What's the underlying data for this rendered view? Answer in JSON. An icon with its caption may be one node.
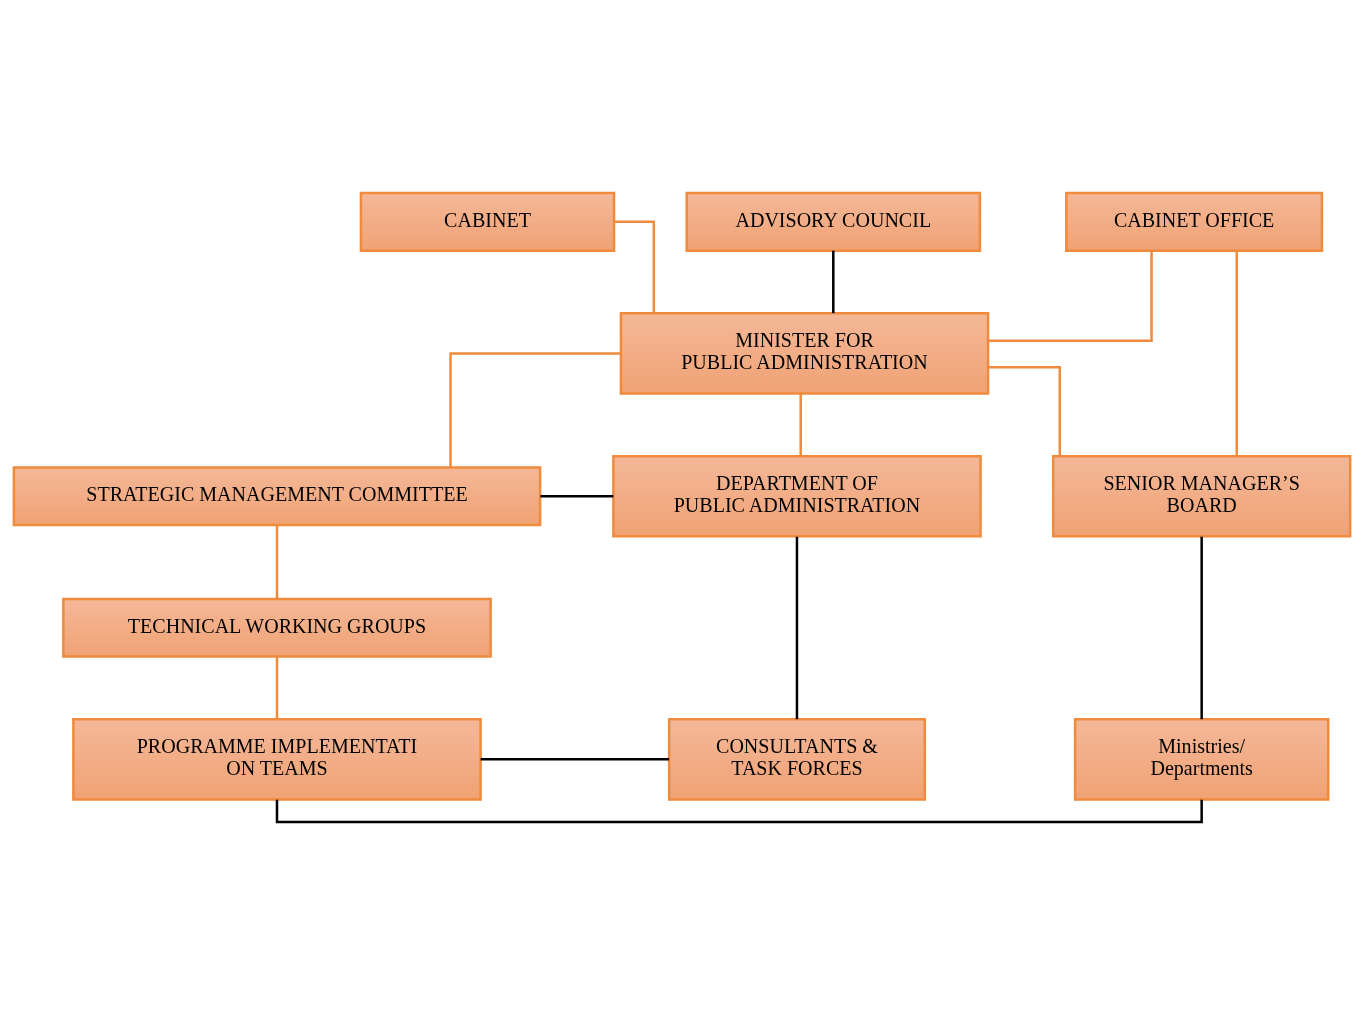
{
  "diagram": {
    "nodes": [
      {
        "text": [
          "CABINET"
        ]
      },
      {
        "text": [
          "ADVISORY COUNCIL"
        ]
      },
      {
        "text": [
          "CABINET OFFICE"
        ]
      },
      {
        "text": [
          "MINISTER FOR PUBLIC ADMINISTRATION"
        ]
      },
      {
        "text": [
          "SENIOR MANAGER’S BOARD"
        ]
      },
      {
        "text": [
          "STRATEGIC MANAGEMENT COMMITTEE"
        ]
      },
      {
        "text": [
          "DEPARTMENT OF PUBLIC ADMINISTRATION"
        ]
      },
      {
        "text": [
          "TECHNICAL WORKING GROUPS"
        ]
      },
      {
        "text": [
          "Ministries/ Departments"
        ]
      },
      {
        "text": [
          "PROGRAMME IMPLEMENTATI ON TEAMS"
        ]
      },
      {
        "text": [
          "CONSULTANTS & TASK FORCES"
        ]
      }
    ],
    "edges": [
      {
        "from": 0,
        "to": 3,
        "arrow": "none"
      },
      {
        "from": 2,
        "to": 3,
        "arrow": "none"
      },
      {
        "from": 1,
        "to": 3,
        "arrow": "none",
        "color": "#000000"
      },
      {
        "from": 2,
        "to": 4,
        "arrow": "none"
      },
      {
        "from": 3,
        "to": 4,
        "arrow": "none"
      },
      {
        "from": 3,
        "to": 5,
        "arrow": "none"
      },
      {
        "from": 3,
        "to": 6,
        "arrow": "none"
      },
      {
        "from": 5,
        "to": 6,
        "arrow": "none",
        "color": "#000000"
      },
      {
        "from": 5,
        "to": 7,
        "arrow": "none"
      },
      {
        "from": 7,
        "to": 9,
        "arrow": "none"
      },
      {
        "from": 4,
        "to": 8,
        "arrow": "none",
        "color": "#000000"
      },
      {
        "from": 8,
        "to": 9,
        "arrow": "none",
        "color": "#000000"
      },
      {
        "from": 9,
        "to": 10,
        "arrow": "none",
        "color": "#000000"
      },
      {
        "from": 6,
        "to": 10,
        "arrow": "none",
        "color": "#000000"
      }
    ]
  }
}
